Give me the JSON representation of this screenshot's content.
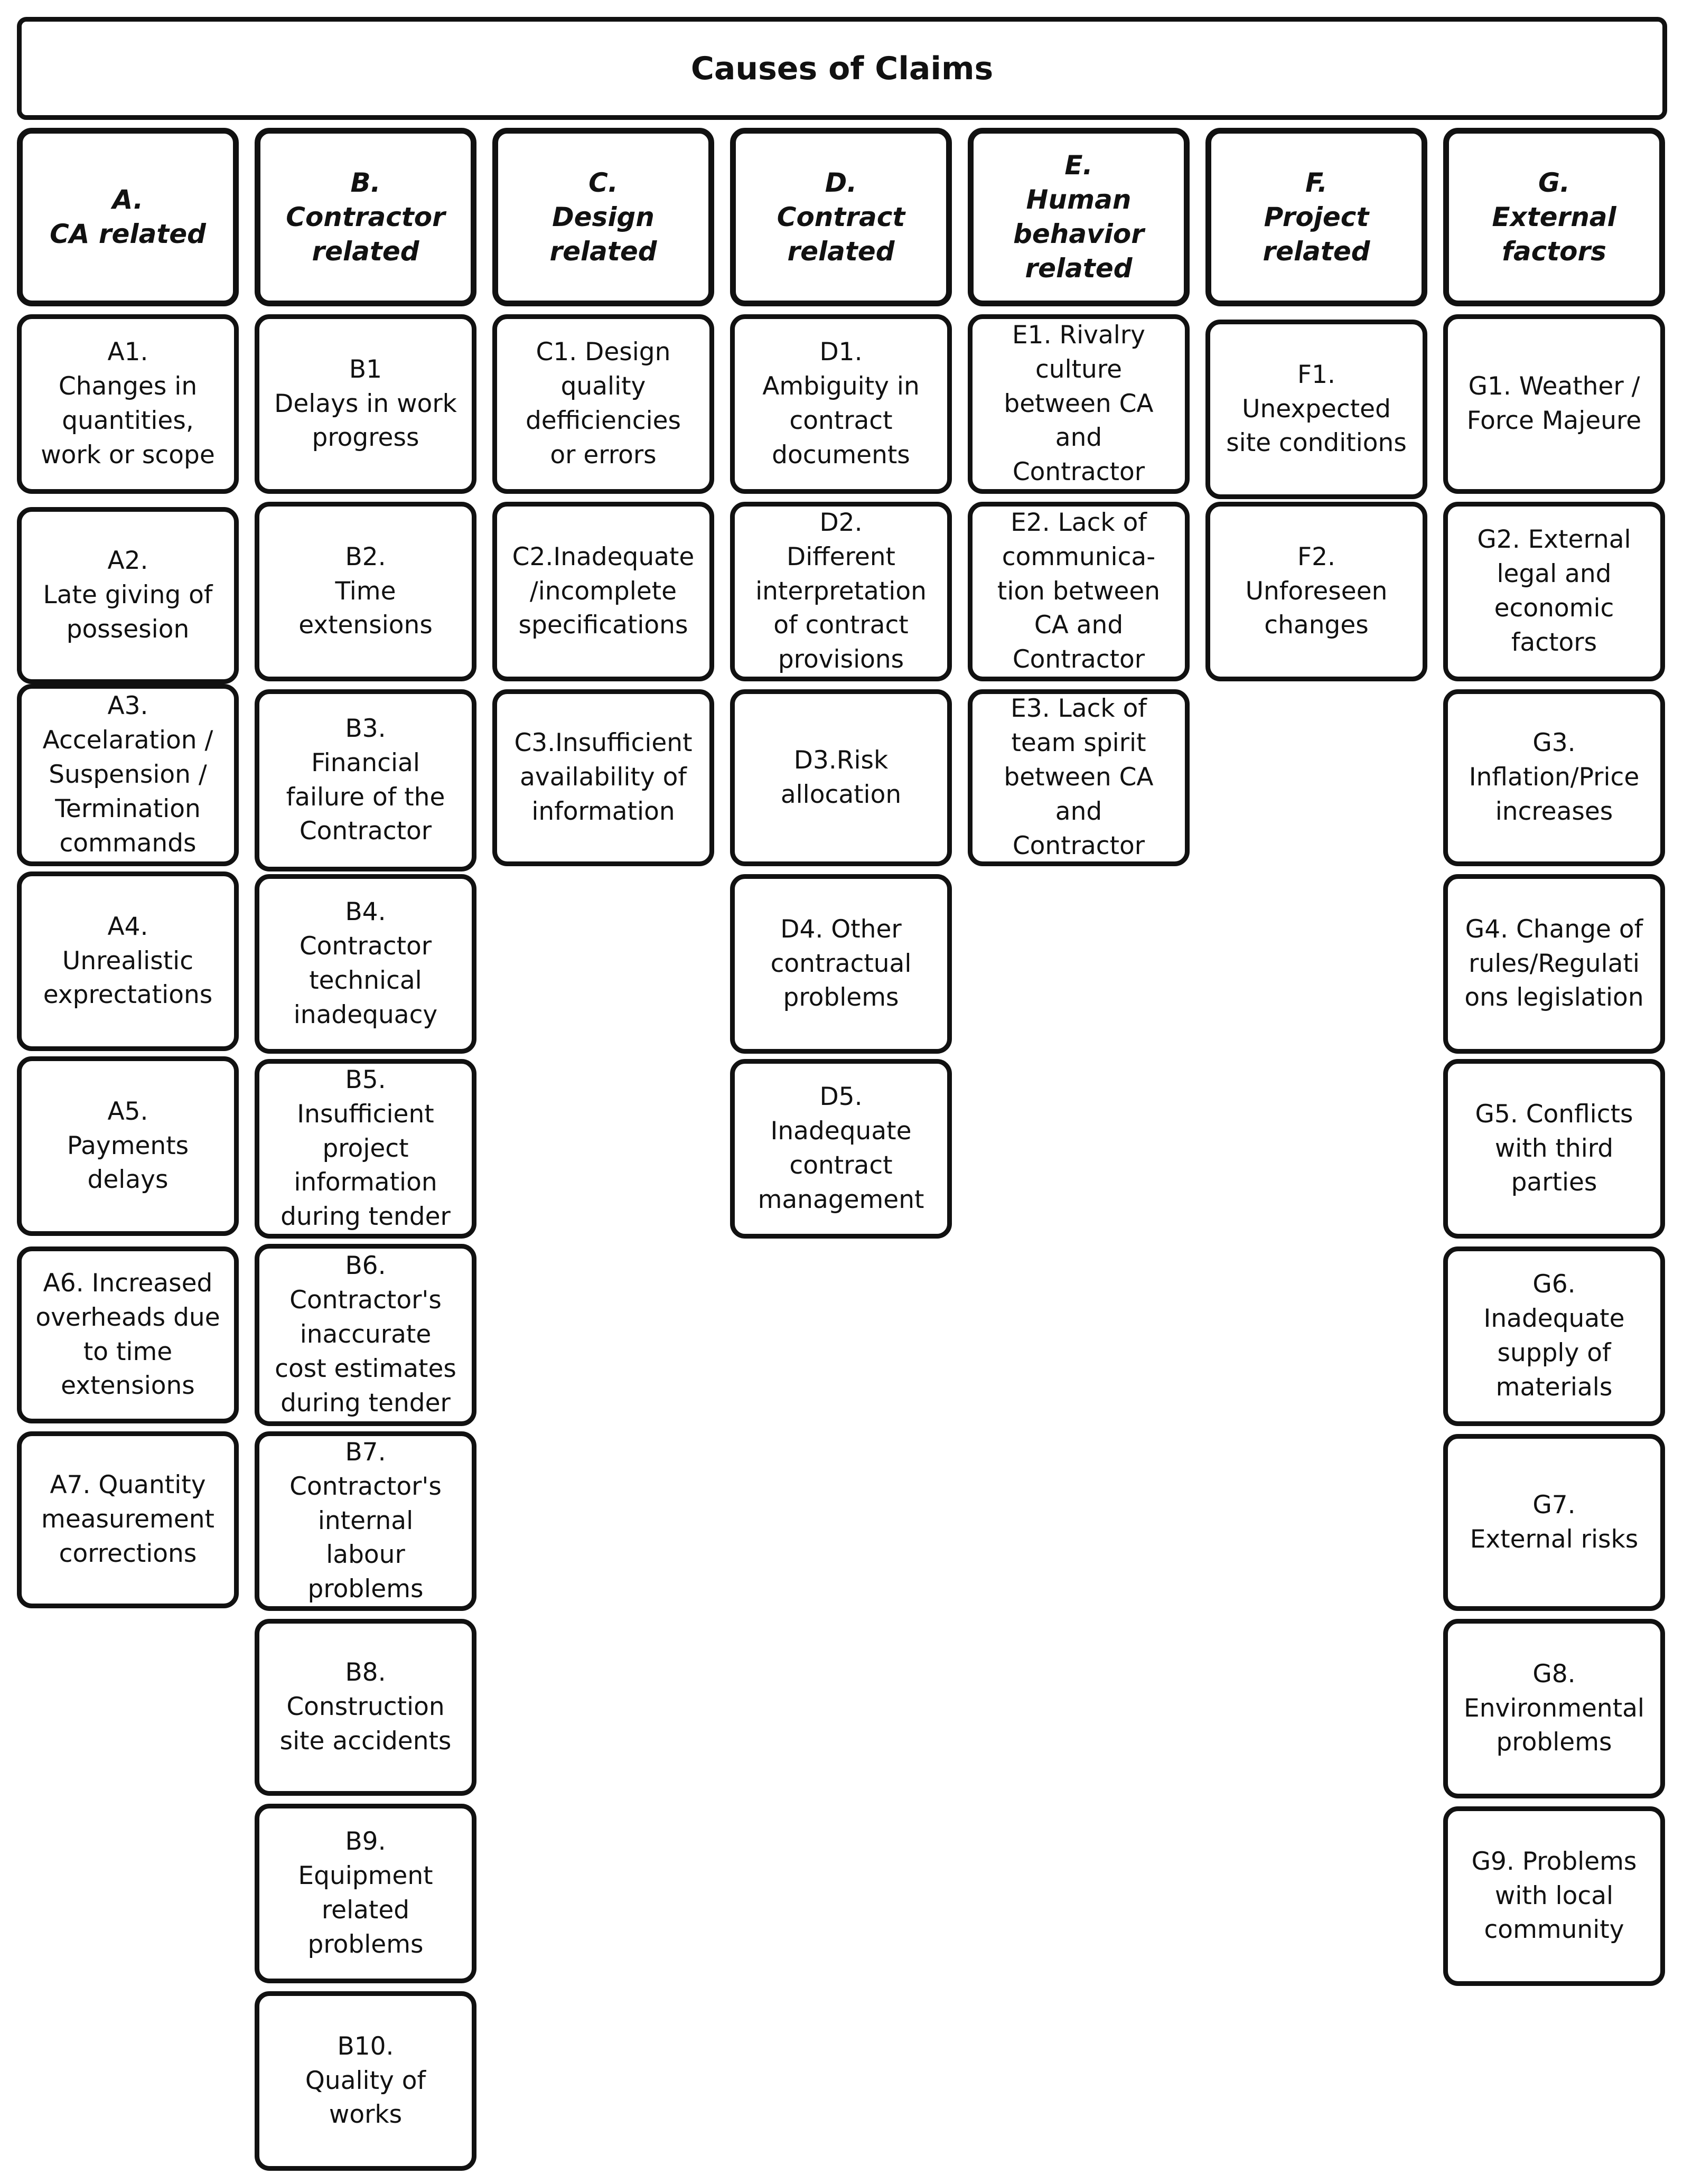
{
  "title": "Causes of Claims",
  "categories": [
    {
      "id": "A",
      "label": "A.\nCA related",
      "items": [
        "A1.\nChanges in\nquantities,\nwork or scope",
        "A2.\nLate giving of\npossesion",
        "A3.\nAccelaration /\nSuspension /\nTermination\ncommands",
        "A4.\nUnrealistic\nexprectations",
        "A5.\nPayments\ndelays",
        "A6. Increased\noverheads due\nto time\nextensions",
        "A7. Quantity\nmeasurement\ncorrections"
      ]
    },
    {
      "id": "B",
      "label": "B.\nContractor\nrelated",
      "items": [
        "B1\nDelays in work\nprogress",
        "B2.\nTime\nextensions",
        "B3.\nFinancial\nfailure of the\nContractor",
        "B4.\nContractor\ntechnical\ninadequacy",
        "B5.\nInsufficient\nproject\ninformation\nduring tender",
        "B6.\nContractor's\ninaccurate\ncost estimates\nduring tender",
        "B7.\nContractor's\ninternal\nlabour\nproblems",
        "B8.\nConstruction\nsite accidents",
        "B9.\nEquipment\nrelated\nproblems",
        "B10.\nQuality of\nworks"
      ]
    },
    {
      "id": "C",
      "label": "C.\nDesign related",
      "items": [
        "C1. Design\nquality\ndefficiencies\nor errors",
        "C2.Inadequate\n/incomplete\nspecifications",
        "C3.Insufficient\navailability of\ninformation"
      ]
    },
    {
      "id": "D",
      "label": "D.\nContract\nrelated",
      "items": [
        "D1.\nAmbiguity in\ncontract\ndocuments",
        "D2.\nDifferent\ninterpretation\nof contract\nprovisions",
        "D3.Risk\nallocation",
        "D4. Other\ncontractual\nproblems",
        "D5.\nInadequate\ncontract\nmanagement"
      ]
    },
    {
      "id": "E",
      "label": "E.\nHuman\nbehavior\nrelated",
      "items": [
        "E1. Rivalry\nculture\nbetween CA\nand\nContractor",
        "E2. Lack of\ncommunica-\ntion between\nCA and\nContractor",
        "E3. Lack of\nteam spirit\nbetween CA\nand\nContractor"
      ]
    },
    {
      "id": "F",
      "label": "F.\nProject\nrelated",
      "items": [
        "F1.\nUnexpected\nsite conditions",
        "F2.\nUnforeseen\nchanges"
      ]
    },
    {
      "id": "G",
      "label": "G.\nExternal\nfactors",
      "items": [
        "G1. Weather /\nForce Majeure",
        "G2. External\nlegal and\neconomic\nfactors",
        "G3.\nInflation/Price\nincreases",
        "G4. Change of\nrules/Regulati\nons legislation",
        "G5. Conflicts\nwith third\nparties",
        "G6.\nInadequate\nsupply of\nmaterials",
        "G7.\nExternal risks",
        "G8.\nEnvironmental\nproblems",
        "G9. Problems\nwith local\ncommunity"
      ]
    }
  ]
}
